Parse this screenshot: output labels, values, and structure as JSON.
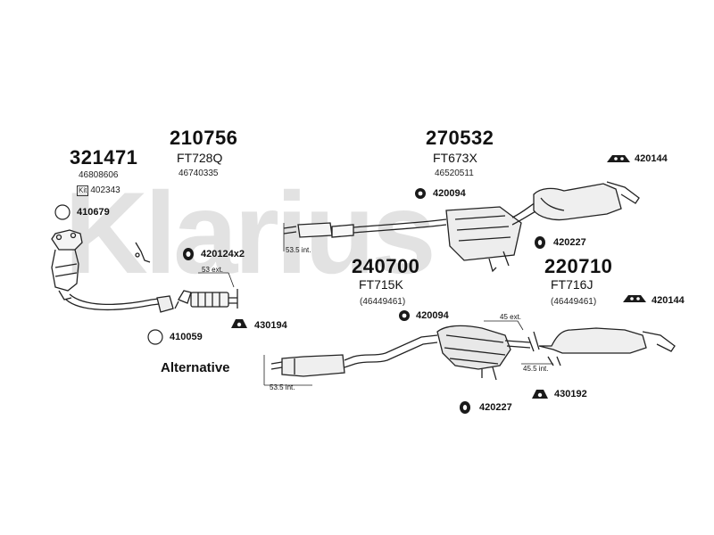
{
  "watermark": "Klarius",
  "assemblies": {
    "a321471": {
      "number": "321471",
      "oe": "46808606",
      "kit_label": "Kit",
      "kit_number": "402343"
    },
    "a210756": {
      "number": "210756",
      "code": "FT728Q",
      "oe": "46740335"
    },
    "a270532": {
      "number": "270532",
      "code": "FT673X",
      "oe": "46520511"
    },
    "a240700": {
      "number": "240700",
      "code": "FT715K",
      "oe": "(46449461)"
    },
    "a220710": {
      "number": "220710",
      "code": "FT716J",
      "oe": "(46449461)"
    }
  },
  "parts": {
    "p410679": "410679",
    "p410059": "410059",
    "p420124": "420124x2",
    "p430194": "430194",
    "p420094_top": "420094",
    "p420094_mid": "420094",
    "p420144_top": "420144",
    "p420144_mid": "420144",
    "p420227_top": "420227",
    "p420227_bottom": "420227",
    "p430192": "430192"
  },
  "dimensions": {
    "d53_5_int_top": "53.5 int.",
    "d53_ext": "53 ext.",
    "d45_ext": "45 ext.",
    "d45_5_int": "45.5 int.",
    "d53_5_int_bottom": "53.5 int."
  },
  "alternative_label": "Alternative"
}
